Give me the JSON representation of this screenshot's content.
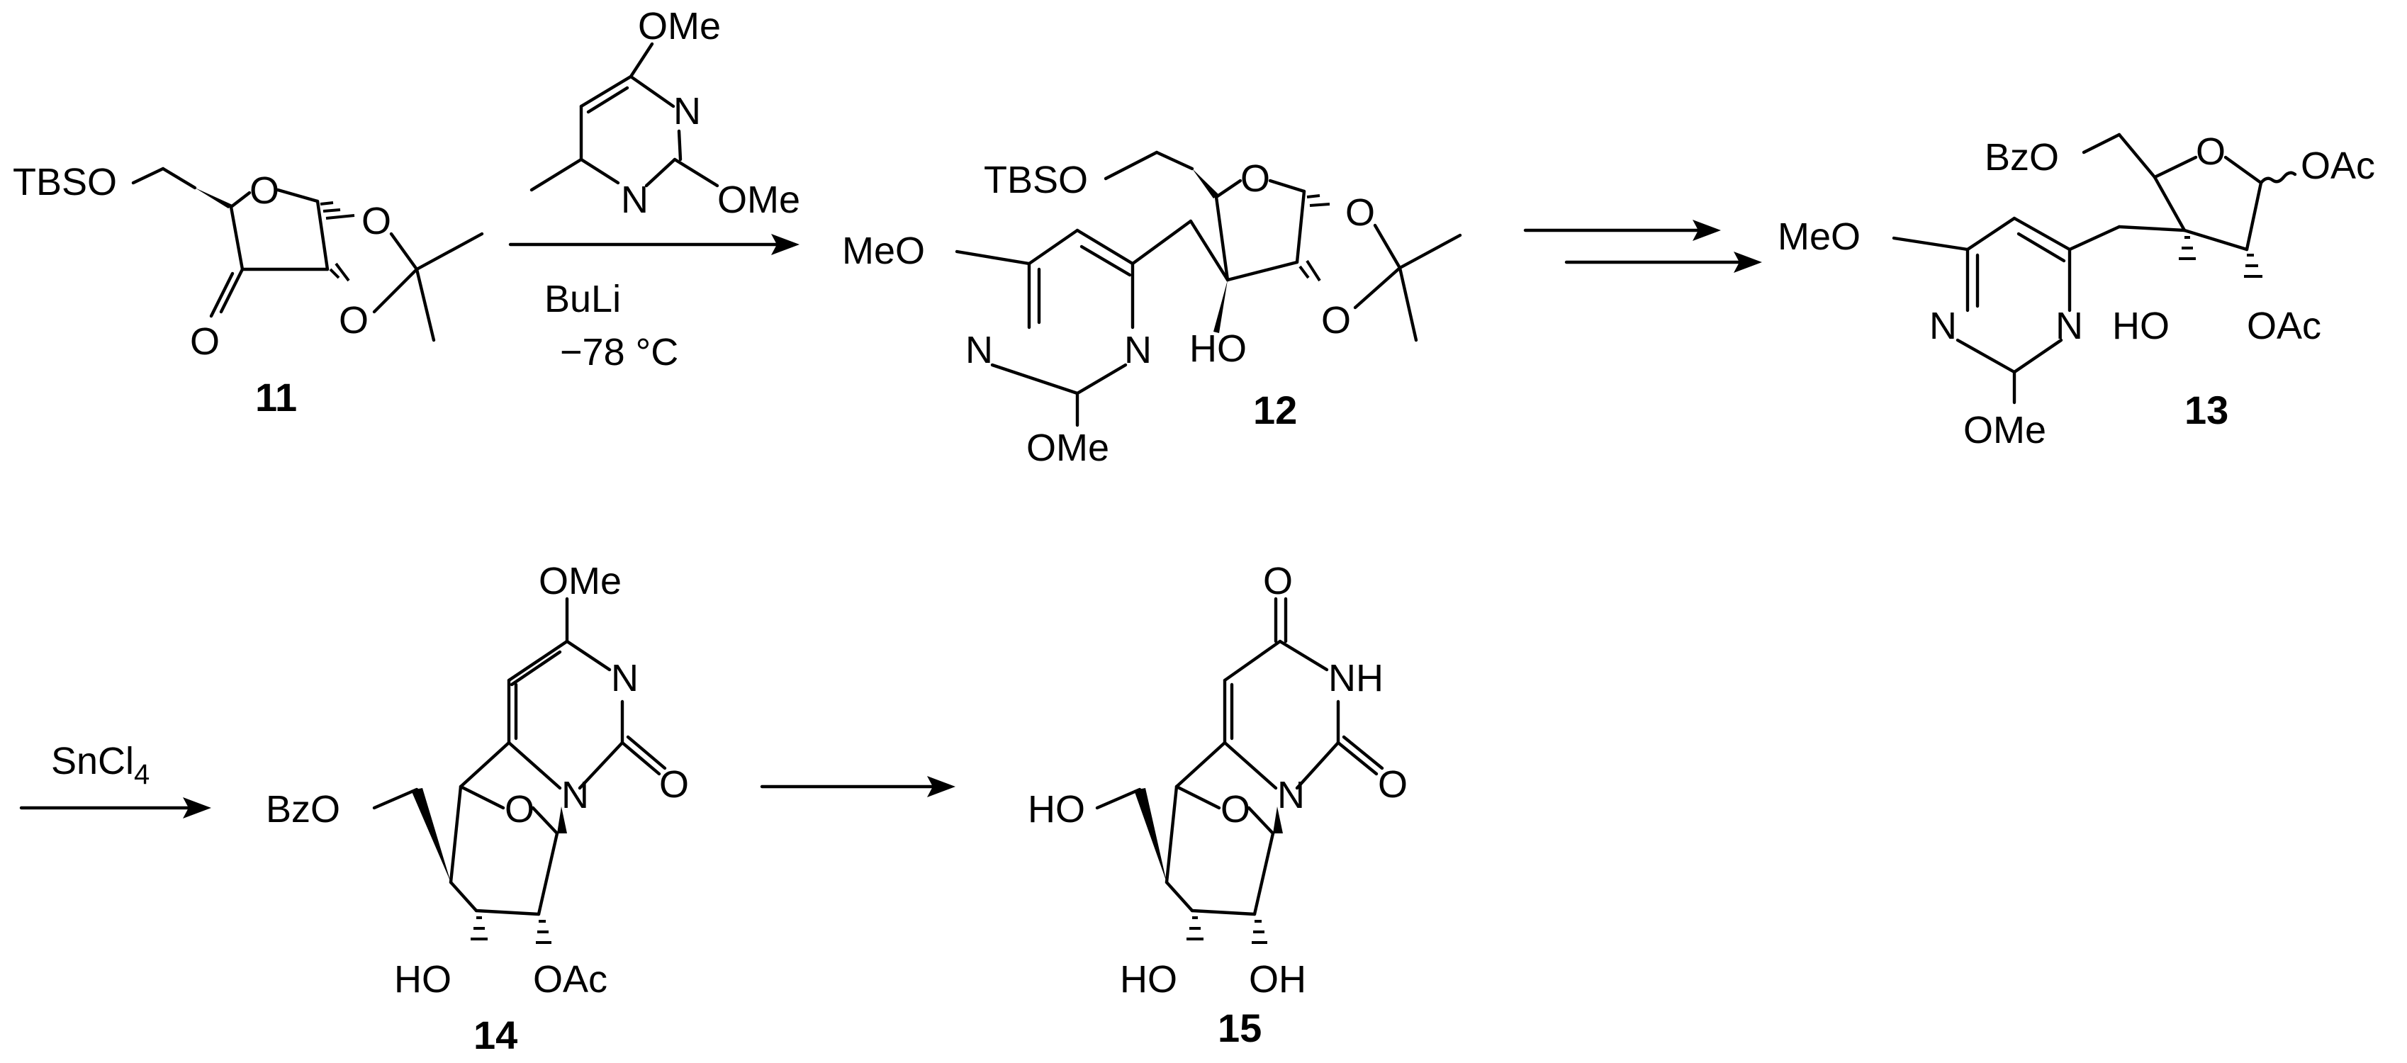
{
  "compounds": [
    {
      "id": "11",
      "label": "11"
    },
    {
      "id": "12",
      "label": "12"
    },
    {
      "id": "13",
      "label": "13"
    },
    {
      "id": "14",
      "label": "14"
    },
    {
      "id": "15",
      "label": "15"
    }
  ],
  "reagents": {
    "step1_reagent": "BuLi",
    "step1_temp": "−78 °C",
    "step4_reagent": "SnCl",
    "step4_reagent_sub": "4"
  },
  "atoms": {
    "tbso": "TBSO",
    "o": "O",
    "n": "N",
    "ome": "OMe",
    "meo": "MeO",
    "ho": "HO",
    "oh": "OH",
    "oac": "OAc",
    "bzo": "BzO",
    "nh": "NH"
  }
}
